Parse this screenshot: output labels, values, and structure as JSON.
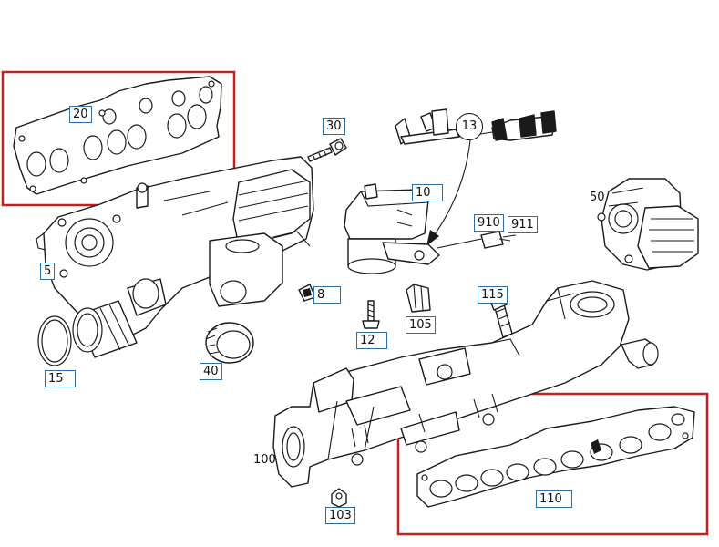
{
  "labels": {
    "l20": "20",
    "l30": "30",
    "l13": "13",
    "l10": "10",
    "l50": "50",
    "l910": "910",
    "l911": "911",
    "l5": "5",
    "l8": "8",
    "l115": "115",
    "l105": "105",
    "l12": "12",
    "l15": "15",
    "l40": "40",
    "l100": "100",
    "l110": "110",
    "l103": "103"
  },
  "colors": {
    "highlight": "#c42020",
    "callout_border": "#2b6fa8",
    "line": "#1a1a1a"
  }
}
